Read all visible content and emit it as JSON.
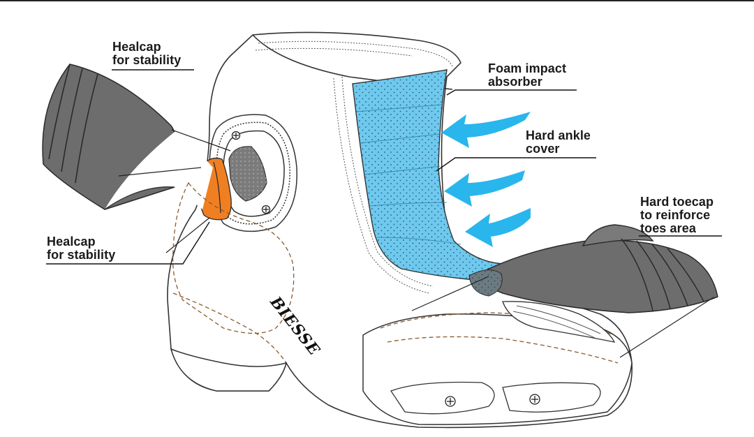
{
  "figure": {
    "brand": "BIESSE",
    "colors": {
      "heelcap": "#f07f22",
      "foam": "#6fc9ef",
      "arrow": "#29b6ec",
      "hardpart": "#6d6d6d",
      "outline": "#333333",
      "stitch": "#8a5a2e"
    }
  },
  "labels": [
    {
      "id": "healcap-top",
      "lines": [
        "Healcap",
        "for stability"
      ]
    },
    {
      "id": "healcap-bottom",
      "lines": [
        "Healcap",
        "for stability"
      ]
    },
    {
      "id": "foam",
      "lines": [
        "Foam impact",
        "absorber"
      ]
    },
    {
      "id": "ankle",
      "lines": [
        "Hard ankle",
        "cover"
      ]
    },
    {
      "id": "toecap",
      "lines": [
        "Hard toecap",
        "to reinforce",
        "toes area"
      ]
    }
  ]
}
